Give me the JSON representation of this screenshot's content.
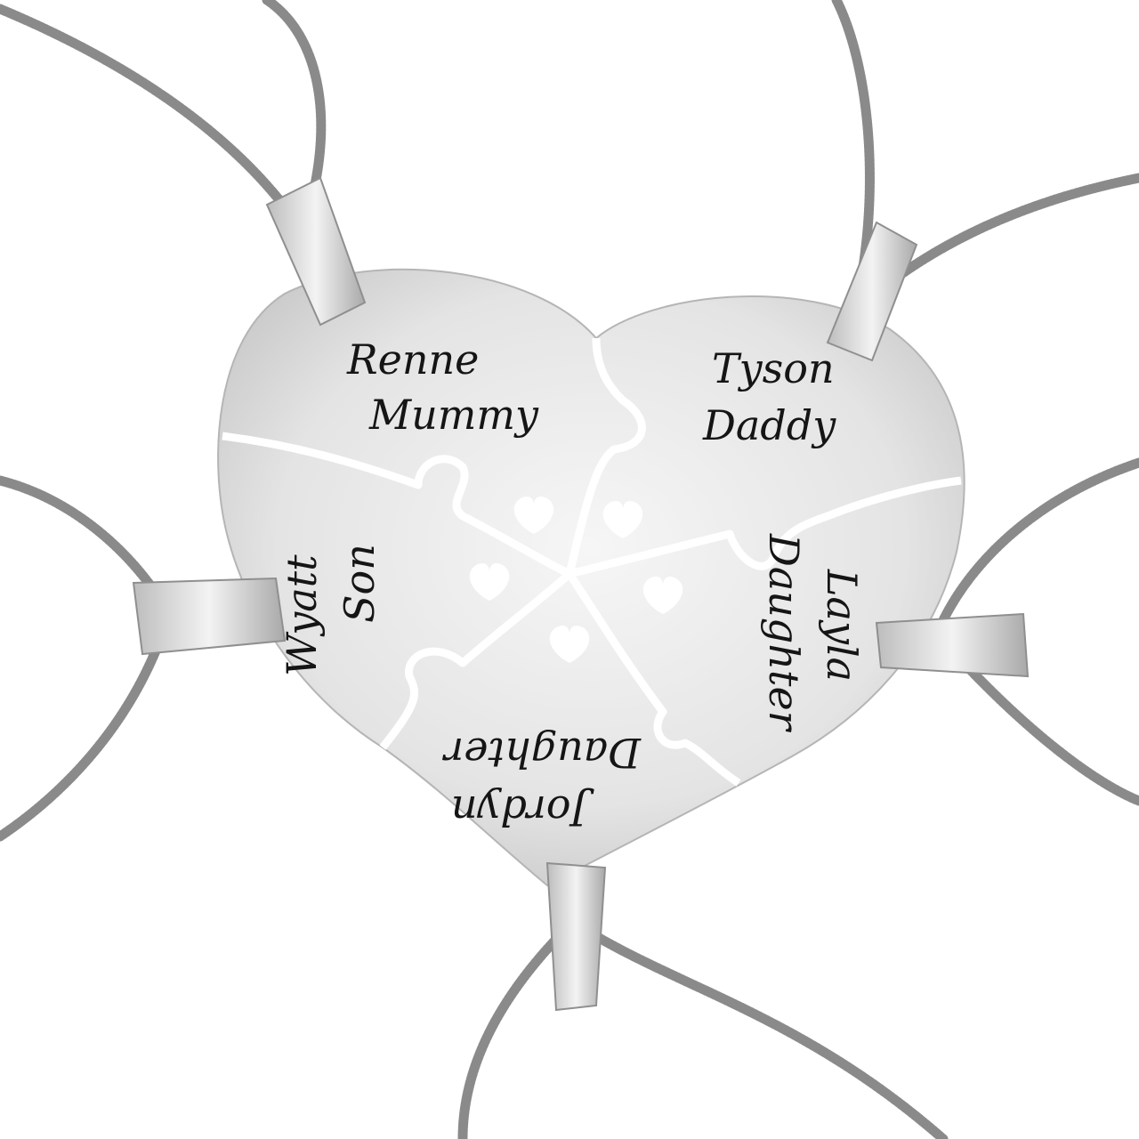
{
  "pieces": [
    {
      "name": "Renne",
      "role": "Mummy"
    },
    {
      "name": "Tyson",
      "role": "Daddy"
    },
    {
      "name": "Wyatt",
      "role": "Son"
    },
    {
      "name": "Jordyn",
      "role": "Daughter"
    },
    {
      "name": "Layla",
      "role": "Daughter"
    }
  ],
  "colors": {
    "metal": "#e2e2e2",
    "engraving": "#151515",
    "background": "#ffffff"
  }
}
